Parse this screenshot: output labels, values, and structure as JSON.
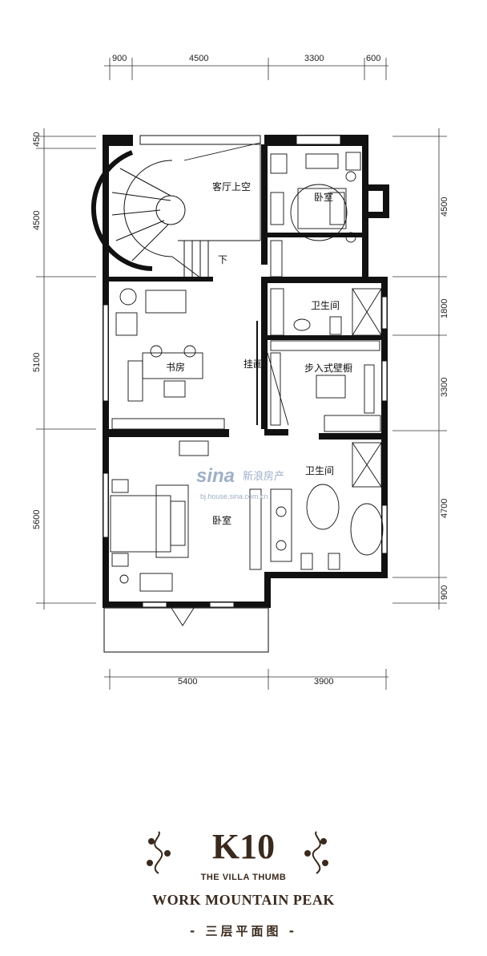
{
  "dimensions": {
    "top": [
      "900",
      "4500",
      "3300",
      "600"
    ],
    "left": [
      "450",
      "4500",
      "5100",
      "5600"
    ],
    "right": [
      "4500",
      "1800",
      "3300",
      "4700",
      "900"
    ],
    "bottom": [
      "5400",
      "3900"
    ]
  },
  "rooms": {
    "living_void": "客厅上空",
    "bedroom_ne": "卧室",
    "stair_down": "下",
    "bath_upper": "卫生间",
    "study": "书房",
    "painting": "挂画",
    "walkin_closet": "步入式壁橱",
    "bath_lower": "卫生间",
    "bedroom_sw": "卧室"
  },
  "watermark": {
    "logo": "sina",
    "cn": "新浪房产",
    "url": "bj.house.sina.com.cn"
  },
  "branding": {
    "model": "K10",
    "subtitle": "THE VILLA THUMB",
    "name": "WORK MOUNTAIN PEAK",
    "floor_label": "- 三层平面图 -"
  }
}
